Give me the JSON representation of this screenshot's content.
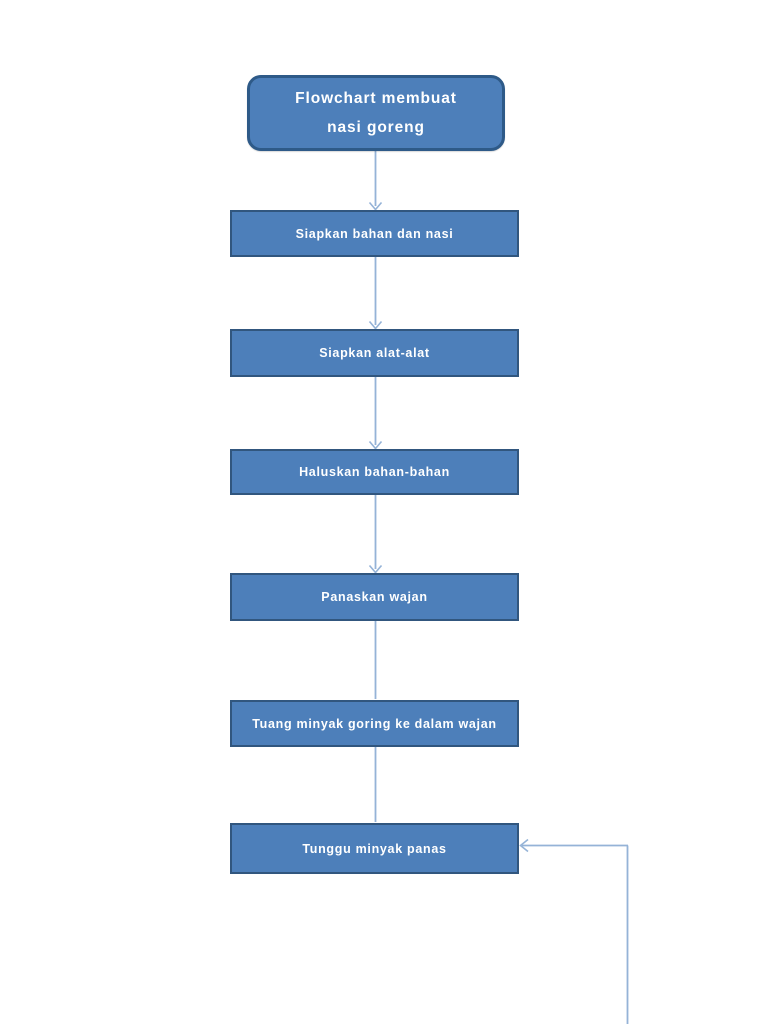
{
  "flowchart": {
    "title": {
      "label": "Flowchart membuat nasi goreng"
    },
    "steps": [
      {
        "label": "Siapkan bahan dan nasi"
      },
      {
        "label": "Siapkan alat-alat"
      },
      {
        "label": "Haluskan bahan-bahan"
      },
      {
        "label": "Panaskan wajan"
      },
      {
        "label": "Tuang minyak goring ke dalam wajan"
      },
      {
        "label": "Tunggu minyak panas"
      }
    ],
    "colors": {
      "box_fill": "#4d7fba",
      "box_border": "#31567e",
      "title_border": "#2e5a88",
      "connector": "#95b3d7",
      "text": "#ffffff",
      "page_bg": "#ffffff"
    }
  }
}
